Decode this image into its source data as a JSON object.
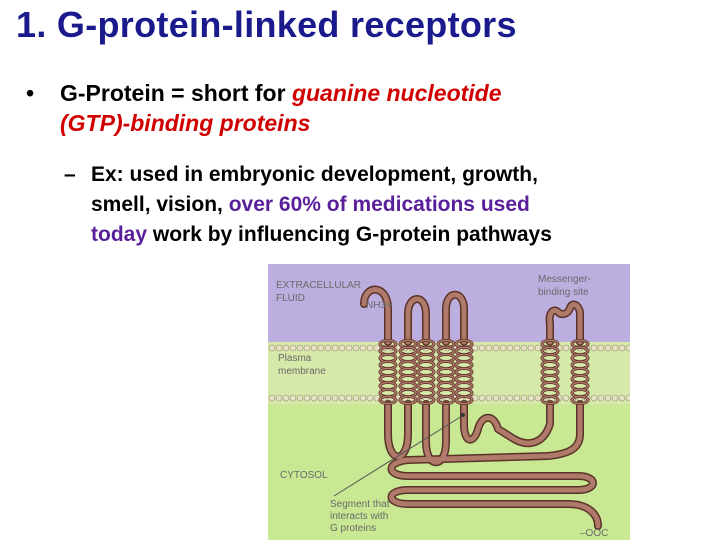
{
  "slide": {
    "title": "1. G-protein-linked receptors",
    "bullet1": {
      "marker": "•",
      "prefix": "G-Protein = short for",
      "term_line1": "guanine nucleotide",
      "term_line2": "(GTP)-binding proteins"
    },
    "bullet2": {
      "marker": "–",
      "line1": "Ex: used in embryonic development, growth,",
      "line2_start": "smell, vision,",
      "line2_highlight": "over 60% of medications used",
      "line3_highlight": "today",
      "line3_end": "work by influencing G-protein pathways"
    }
  },
  "figure": {
    "labels": {
      "extracellular_line1": "EXTRACELLULAR",
      "extracellular_line2": "FLUID",
      "nh3": "NH3+",
      "messenger_line1": "Messenger-",
      "messenger_line2": "binding site",
      "plasma_line1": "Plasma",
      "plasma_line2": "membrane",
      "cytosol": "CYTOSOL",
      "segment_line1": "Segment that",
      "segment_line2": "interacts with",
      "segment_line3": "G proteins",
      "cooh": "–OOC"
    },
    "colors": {
      "extracellular": "#bcaede",
      "membrane": "#d6e9a8",
      "cytosol": "#c8e893",
      "protein": "#9e6b5e",
      "protein_dark": "#5a3328"
    }
  }
}
